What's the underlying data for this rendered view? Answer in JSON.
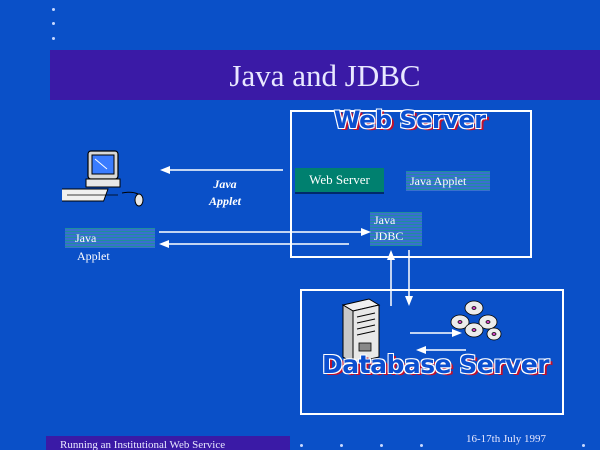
{
  "title": "Java and JDBC",
  "web_server": {
    "title": "Web Server",
    "inner_label": "Web Server",
    "applet_label": "Java Applet",
    "jdbc_label_line1": "Java",
    "jdbc_label_line2": "JDBC"
  },
  "client": {
    "arrow_label_line1": "Java",
    "arrow_label_line2": "Applet",
    "applet_label_line1": "Java",
    "applet_label_line2": "Applet"
  },
  "database_server": {
    "title": "Database Server"
  },
  "footer": {
    "left": "Running an Institutional Web Service",
    "right": "16-17th July 1997"
  },
  "colors": {
    "background": "#0a50c8",
    "title_bar": "#3a1aa6",
    "web_server_box": "#00806f"
  },
  "icons": [
    "computer-icon",
    "server-tower-icon",
    "disk-stack-icon"
  ]
}
